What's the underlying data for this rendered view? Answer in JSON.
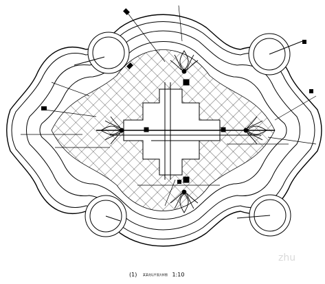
{
  "drawing": {
    "caption_number": "(1)",
    "caption_title": "某某花坛平面大样图",
    "caption_scale": "1:10"
  },
  "watermark": "zhu",
  "colors": {
    "line": "#000000",
    "background": "#ffffff",
    "watermark": "#d9d9d9"
  }
}
